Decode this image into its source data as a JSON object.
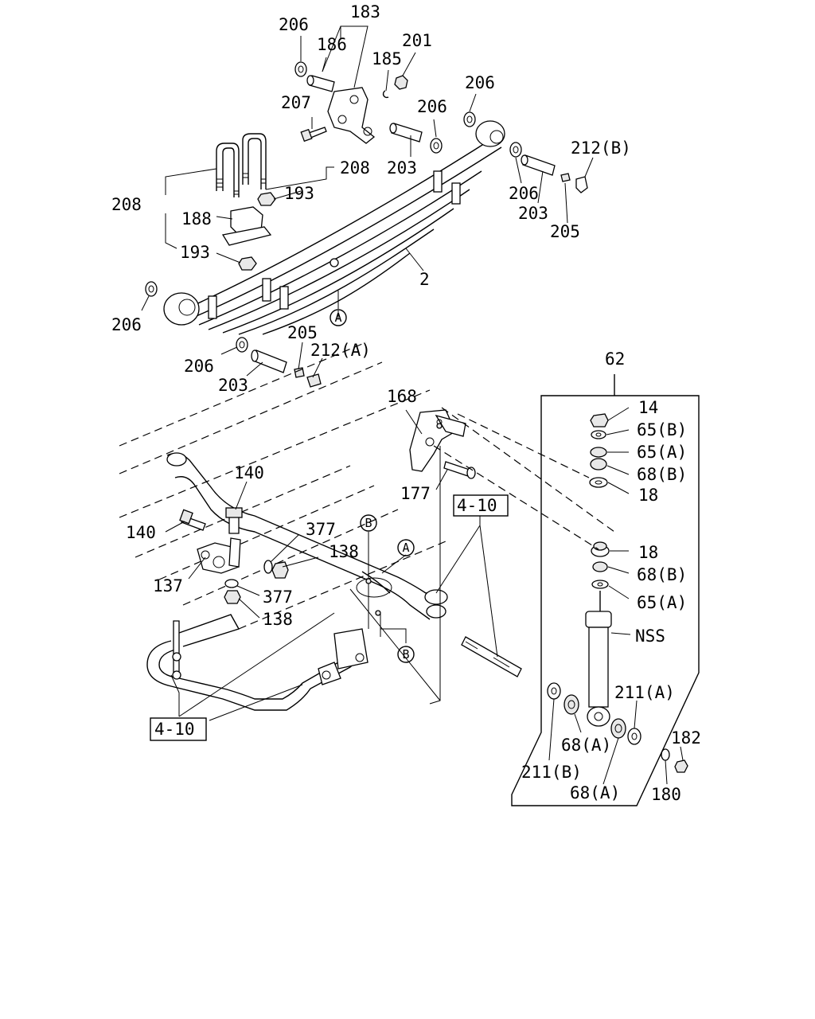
{
  "callouts": [
    {
      "id": "c1",
      "text": "206"
    },
    {
      "id": "c2",
      "text": "183"
    },
    {
      "id": "c3",
      "text": "186"
    },
    {
      "id": "c4",
      "text": "201"
    },
    {
      "id": "c5",
      "text": "185"
    },
    {
      "id": "c6",
      "text": "206"
    },
    {
      "id": "c7",
      "text": "207"
    },
    {
      "id": "c8",
      "text": "206"
    },
    {
      "id": "c9",
      "text": "212(B)"
    },
    {
      "id": "c10",
      "text": "208"
    },
    {
      "id": "c11",
      "text": "203"
    },
    {
      "id": "c12",
      "text": "193"
    },
    {
      "id": "c13",
      "text": "206"
    },
    {
      "id": "c14",
      "text": "208"
    },
    {
      "id": "c15",
      "text": "203"
    },
    {
      "id": "c16",
      "text": "188"
    },
    {
      "id": "c17",
      "text": "205"
    },
    {
      "id": "c18",
      "text": "193"
    },
    {
      "id": "c19",
      "text": "2"
    },
    {
      "id": "c20",
      "text": "206"
    },
    {
      "id": "c21",
      "text": "205"
    },
    {
      "id": "c22",
      "text": "212(A)"
    },
    {
      "id": "c23",
      "text": "206"
    },
    {
      "id": "c24",
      "text": "203"
    },
    {
      "id": "c25",
      "text": "62"
    },
    {
      "id": "c26",
      "text": "168"
    },
    {
      "id": "c27",
      "text": "14"
    },
    {
      "id": "c28",
      "text": "65(B)"
    },
    {
      "id": "c29",
      "text": "65(A)"
    },
    {
      "id": "c30",
      "text": "68(B)"
    },
    {
      "id": "c31",
      "text": "18"
    },
    {
      "id": "c32",
      "text": "140"
    },
    {
      "id": "c33",
      "text": "177"
    },
    {
      "id": "c34",
      "text": "140"
    },
    {
      "id": "c35",
      "text": "377"
    },
    {
      "id": "c36",
      "text": "138"
    },
    {
      "id": "c37",
      "text": "18"
    },
    {
      "id": "c38",
      "text": "68(B)"
    },
    {
      "id": "c39",
      "text": "137"
    },
    {
      "id": "c40",
      "text": "377"
    },
    {
      "id": "c41",
      "text": "65(A)"
    },
    {
      "id": "c42",
      "text": "138"
    },
    {
      "id": "c43",
      "text": "NSS"
    },
    {
      "id": "c44",
      "text": "211(A)"
    },
    {
      "id": "c45",
      "text": "182"
    },
    {
      "id": "c46",
      "text": "68(A)"
    },
    {
      "id": "c47",
      "text": "211(B)"
    },
    {
      "id": "c48",
      "text": "68(A)"
    },
    {
      "id": "c49",
      "text": "180"
    }
  ],
  "markers": [
    {
      "id": "m1",
      "text": "A"
    },
    {
      "id": "m2",
      "text": "B"
    },
    {
      "id": "m3",
      "text": "A"
    },
    {
      "id": "m4",
      "text": "B"
    }
  ],
  "references": [
    {
      "id": "r1",
      "text": "4-10"
    },
    {
      "id": "r2",
      "text": "4-10"
    }
  ]
}
